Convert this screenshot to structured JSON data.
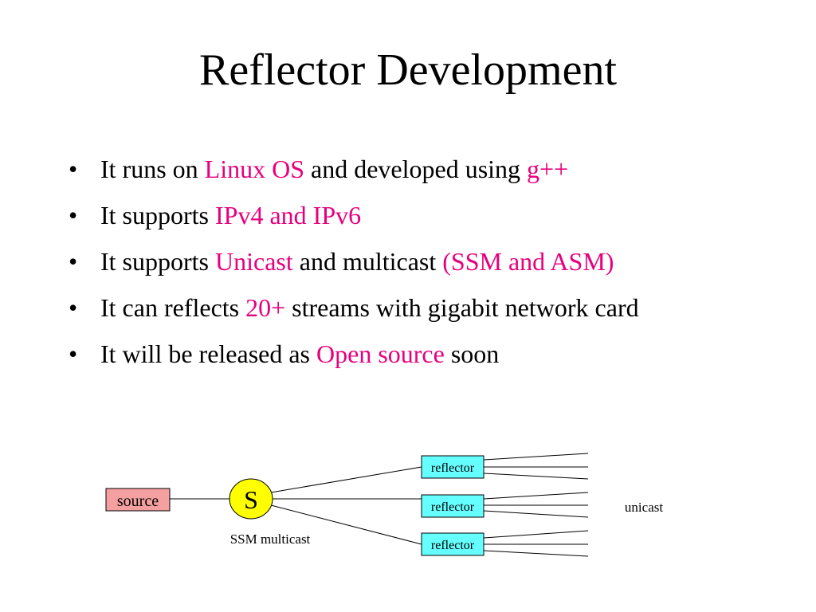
{
  "title": "Reflector Development",
  "bullet_glyph": "•",
  "bullets": [
    [
      {
        "text": "It runs on ",
        "hl": false
      },
      {
        "text": "Linux OS",
        "hl": true
      },
      {
        "text": " and developed using ",
        "hl": false
      },
      {
        "text": "g++",
        "hl": true
      }
    ],
    [
      {
        "text": "It supports ",
        "hl": false
      },
      {
        "text": "IPv4 and IPv6",
        "hl": true
      }
    ],
    [
      {
        "text": "It supports ",
        "hl": false
      },
      {
        "text": "Unicast",
        "hl": true
      },
      {
        "text": " and multicast ",
        "hl": false
      },
      {
        "text": "(SSM and ASM)",
        "hl": true
      }
    ],
    [
      {
        "text": "It can reflects ",
        "hl": false
      },
      {
        "text": "20+",
        "hl": true
      },
      {
        "text": " streams with gigabit network card",
        "hl": false
      }
    ],
    [
      {
        "text": "It will be released as ",
        "hl": false
      },
      {
        "text": "Open source",
        "hl": true
      },
      {
        "text": " soon",
        "hl": false
      }
    ]
  ],
  "diagram": {
    "source_label": "source",
    "server_label": "S",
    "reflector_labels": [
      "reflector",
      "reflector",
      "reflector"
    ],
    "ssm_label": "SSM multicast",
    "unicast_label": "unicast"
  },
  "colors": {
    "highlight": "#e6007e",
    "source_fill": "#f4a0a0",
    "server_fill": "#ffff00",
    "reflector_fill": "#66ffff",
    "line": "#000000"
  }
}
